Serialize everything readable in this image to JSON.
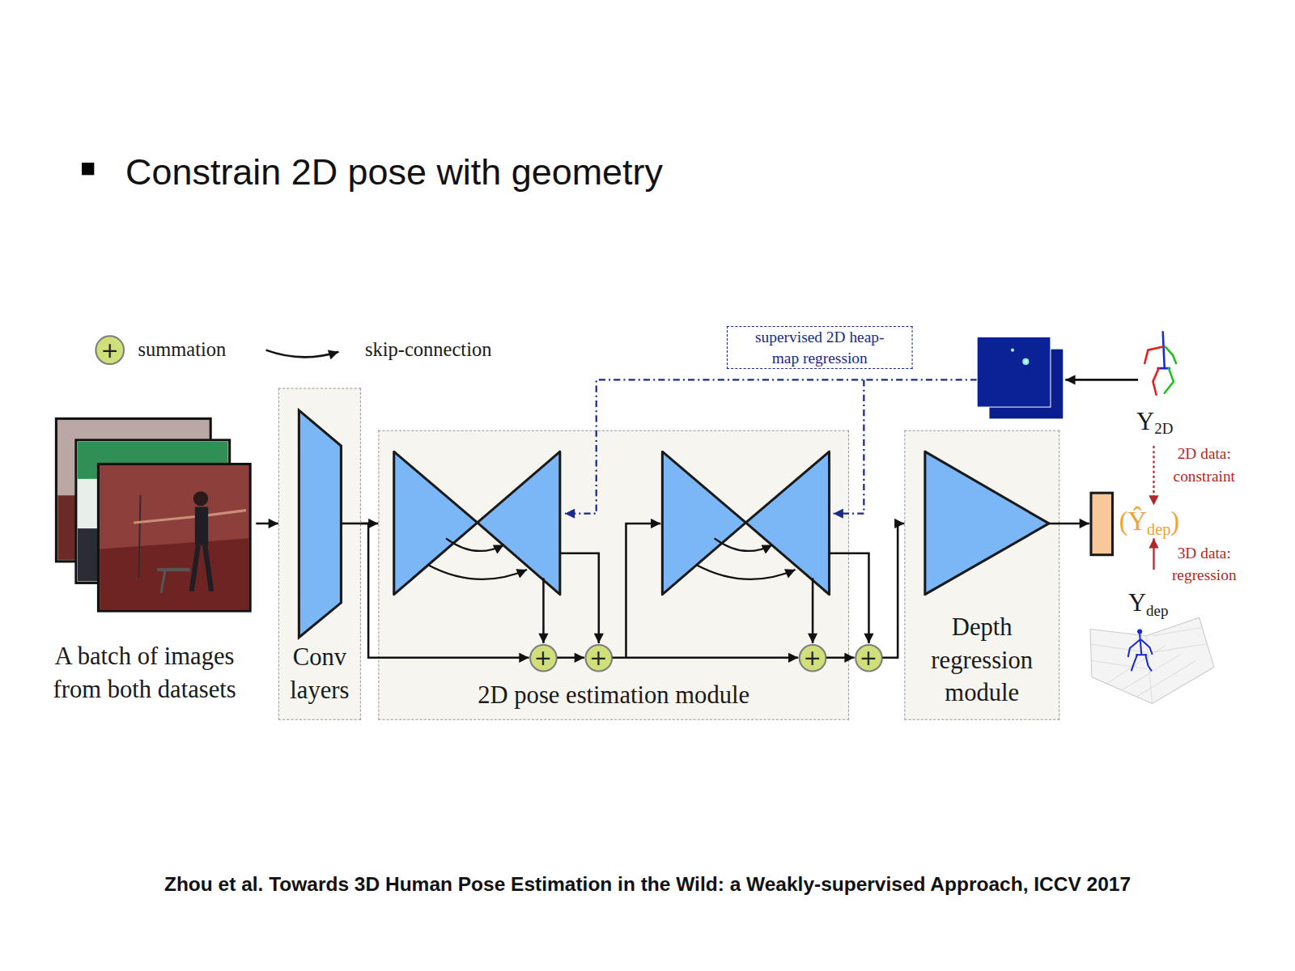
{
  "diagram": {
    "title": "Constrain 2D pose with geometry",
    "caption": "Zhou et al. Towards 3D Human Pose Estimation in the Wild: a Weakly-supervised Approach, ICCV 2017",
    "nodes": [
      {
        "text": [
          "supervised 2D heap-map regression"
        ]
      },
      {
        "text": [
          "A batch of images from both datasets"
        ]
      },
      {
        "text": [
          "Conv layers"
        ]
      },
      {
        "text": [
          "2D pose estimation module"
        ]
      },
      {
        "text": [
          "+"
        ],
        "in": 3
      },
      {
        "text": [
          "+"
        ],
        "in": 3
      },
      {
        "text": [
          "+"
        ],
        "in": 3
      },
      {
        "text": [
          "+"
        ],
        "in": 3
      },
      {
        "text": [
          "Depth regression module"
        ]
      }
    ],
    "edges": [
      {
        "from": 1,
        "to": 2,
        "arrow": "to"
      },
      {
        "from": 2,
        "to": 3,
        "arrow": "to"
      },
      {
        "from": 2,
        "to": 4,
        "arrow": "to"
      },
      {
        "from": 4,
        "to": 5,
        "arrow": "to"
      },
      {
        "from": 5,
        "to": 6,
        "arrow": "to"
      },
      {
        "from": 6,
        "to": 7,
        "arrow": "to"
      },
      {
        "from": 7,
        "to": 8,
        "arrow": "to"
      }
    ],
    "labels": [
      "+",
      "Y2D",
      "2D data: constraint",
      "(Ŷdep)",
      "3D data: regression",
      "Ydep"
    ],
    "legend": [
      {
        "text": "summation"
      },
      {
        "text": "skip-connection"
      }
    ]
  }
}
